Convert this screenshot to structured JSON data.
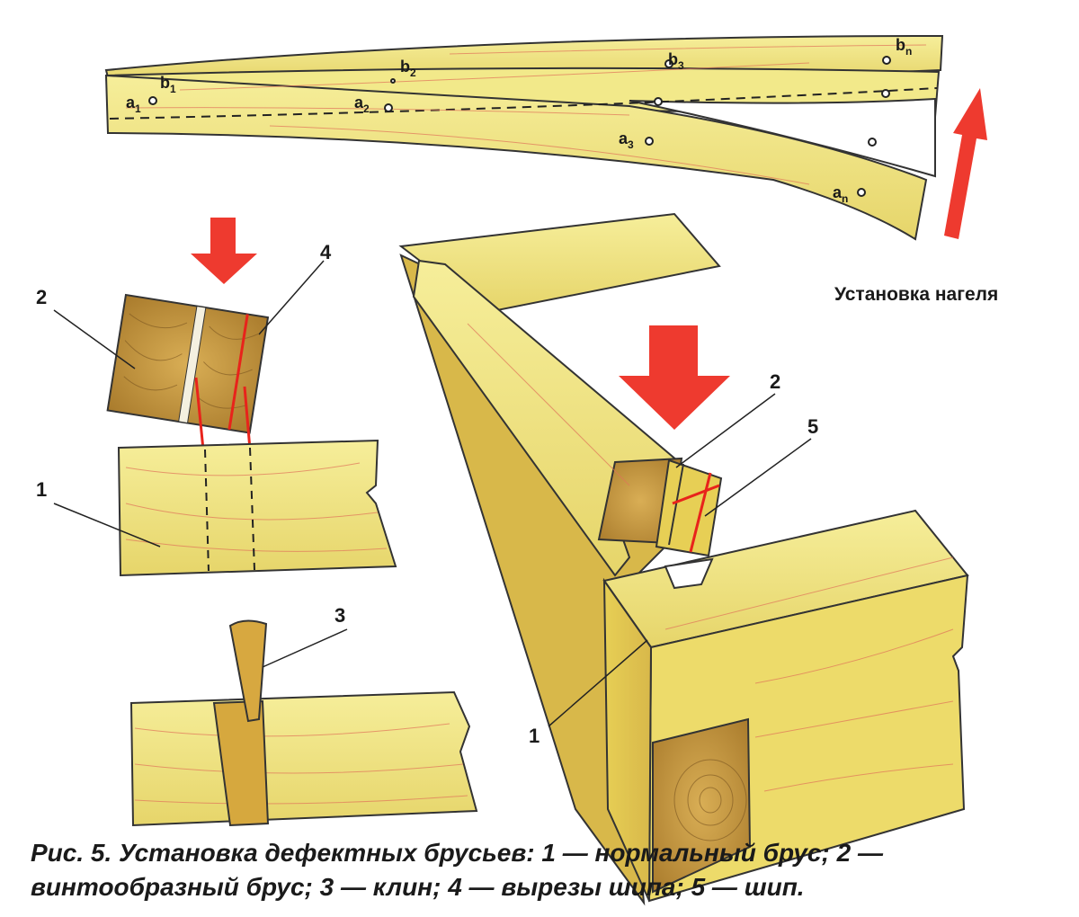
{
  "labels": {
    "n1_left": "1",
    "n2_left": "2",
    "n3": "3",
    "n4": "4",
    "n1_right": "1",
    "n2_right": "2",
    "n5": "5"
  },
  "points": {
    "a1": "a",
    "a1_sub": "1",
    "b1": "b",
    "b1_sub": "1",
    "a2": "a",
    "a2_sub": "2",
    "b2": "b",
    "b2_sub": "2",
    "a3": "a",
    "a3_sub": "3",
    "b3": "b",
    "b3_sub": "3",
    "an": "a",
    "an_sub": "n",
    "bn": "b",
    "bn_sub": "n"
  },
  "dowel_title": "Установка нагеля",
  "caption": "Рис. 5. Установка дефектных брусьев: 1 — нормальный брус; 2 — винтообразный брус; 3 — клин; 4 — вырезы шипа; 5 — шип.",
  "colors": {
    "wood": "#f2e98a",
    "wood_dark": "#d9c35a",
    "end_grain": "#c79a3e",
    "red_arrow": "#ee3a2f",
    "grain_line": "#e0745a"
  }
}
